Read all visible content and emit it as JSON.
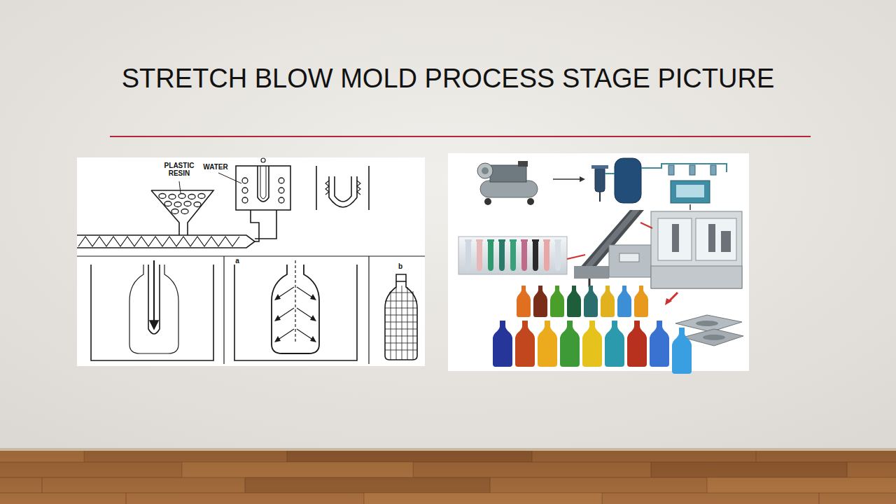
{
  "diagram": {
    "title": "STRETCH BLOW MOLD PROCESS STAGE PICTURE",
    "labels": [
      "PLASTIC RESIN",
      "WATER",
      "a",
      "b"
    ]
  }
}
